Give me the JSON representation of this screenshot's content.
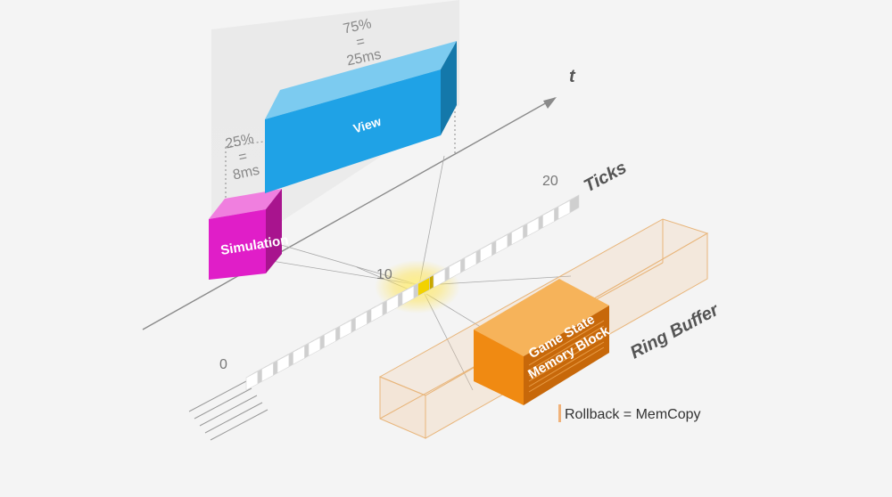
{
  "axis": {
    "time_label": "t"
  },
  "ticks": {
    "label": "Ticks",
    "markers": [
      "0",
      "10",
      "20"
    ],
    "count": 21,
    "highlight_index": 11
  },
  "blocks": {
    "simulation": {
      "label": "Simulation",
      "percent": "25%",
      "equals": "=",
      "duration": "8ms"
    },
    "view": {
      "label": "View",
      "percent": "75%",
      "equals": "=",
      "duration": "25ms"
    }
  },
  "memory_block": {
    "line1": "Game State",
    "line2": "Memory Block"
  },
  "ring_buffer": {
    "label": "Ring Buffer"
  },
  "rollback": {
    "text": "Rollback = MemCopy"
  },
  "colors": {
    "simulation": "#e01ec8",
    "view": "#1fa2e6",
    "memory": "#f08a12",
    "highlight": "#f2d200",
    "ring_buffer": "#f1c494"
  }
}
